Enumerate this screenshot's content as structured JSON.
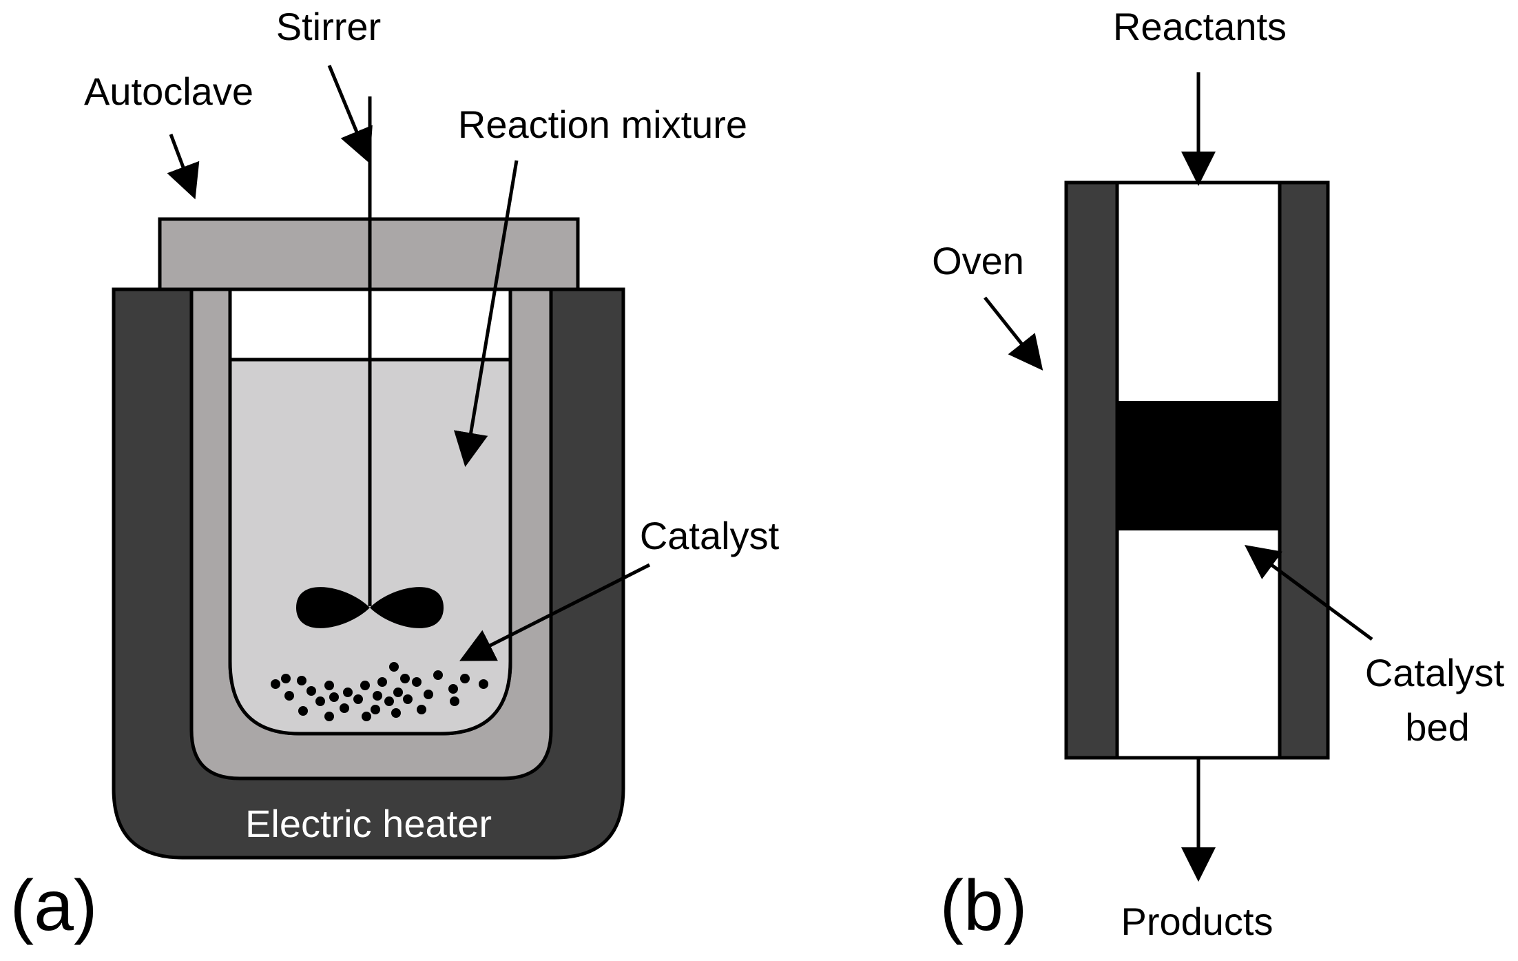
{
  "panel_a": {
    "panel_label": "(a)",
    "labels": {
      "stirrer": "Stirrer",
      "autoclave": "Autoclave",
      "reaction_mixture": "Reaction mixture",
      "catalyst": "Catalyst",
      "electric_heater": "Electric heater"
    }
  },
  "panel_b": {
    "panel_label": "(b)",
    "labels": {
      "reactants": "Reactants",
      "oven": "Oven",
      "catalyst_bed_line1": "Catalyst",
      "catalyst_bed_line2": "bed",
      "products": "Products"
    }
  },
  "colors": {
    "heater": "#3d3d3d",
    "autoclave_lid": "#aaa7a7",
    "vessel_wall": "#aaa7a7",
    "reaction_liquid": "#d0cfd0",
    "oven_wall": "#3d3d3d",
    "catalyst_bed": "#000000",
    "catalyst_particles": "#000000"
  }
}
